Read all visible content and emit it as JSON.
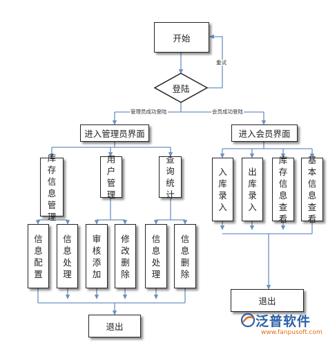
{
  "nodes": {
    "start": "开始",
    "login": "登陆",
    "admin_ui": "进入管理员界面",
    "member_ui": "进入会员界面",
    "inventory_mgmt": "库存信息管理",
    "user_mgmt": "用户管理",
    "query_stats": "查询统计",
    "info_config": "信息配置",
    "info_process_1": "信息处理",
    "review_add": "审核添加",
    "modify_delete": "修改删除",
    "info_process_2": "信息处理",
    "info_delete": "信息删除",
    "exit_admin": "退出",
    "stock_in": "入库录入",
    "stock_out": "出库录入",
    "inventory_view": "库存信息查看",
    "basic_info_view": "基本信息查看",
    "exit_member": "退出"
  },
  "edges": {
    "retry": "重试",
    "admin_login_success": "管理员成功登陆",
    "member_login_success": "会员成功登陆"
  },
  "logo": {
    "name": "泛普软件",
    "url": "www.fanpusoft.com"
  },
  "colors": {
    "connector": "#6a8fc0",
    "box_border": "#222222",
    "logo_blue": "#2b5fa8",
    "logo_orange": "#e07020"
  }
}
